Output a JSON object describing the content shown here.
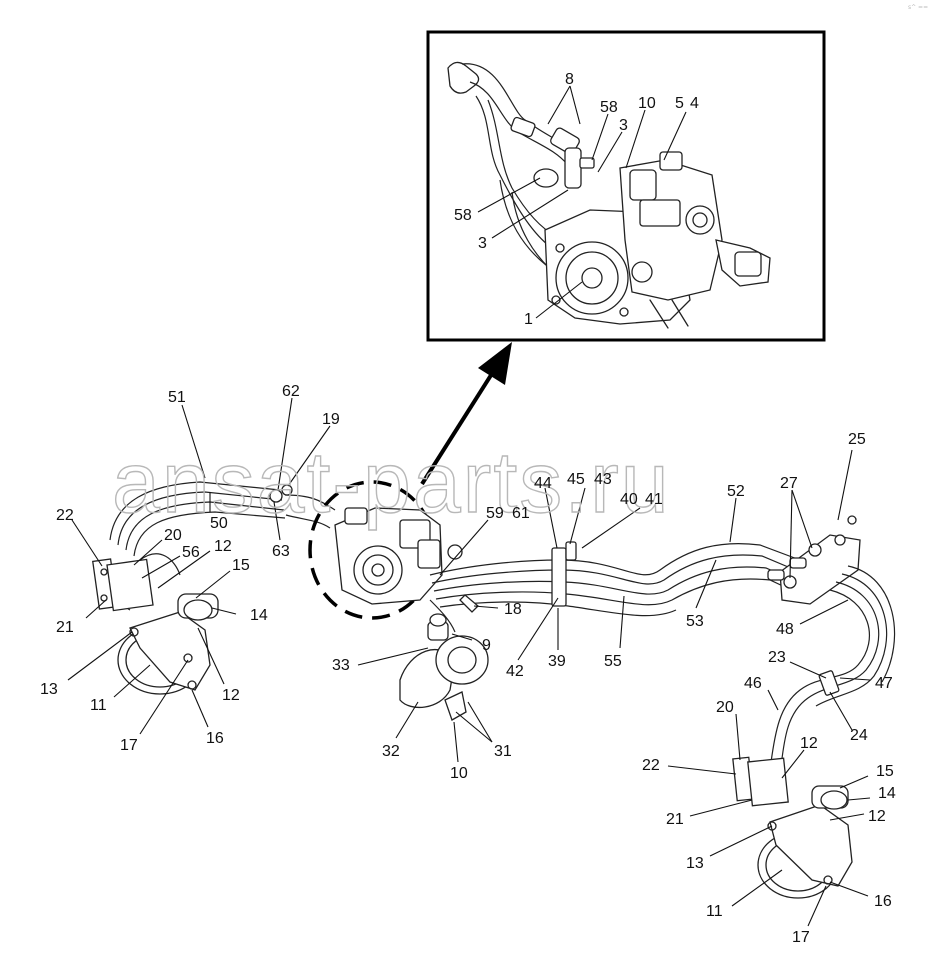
{
  "watermark": "ansat-parts.ru",
  "corner_mark": "s^ ==",
  "callouts": [
    {
      "id": "c-8",
      "text": "8"
    },
    {
      "id": "c-58a",
      "text": "58"
    },
    {
      "id": "c-10a",
      "text": "10"
    },
    {
      "id": "c-5",
      "text": "5"
    },
    {
      "id": "c-4",
      "text": "4"
    },
    {
      "id": "c-3a",
      "text": "3"
    },
    {
      "id": "c-58b",
      "text": "58"
    },
    {
      "id": "c-3b",
      "text": "3"
    },
    {
      "id": "c-1",
      "text": "1"
    },
    {
      "id": "c-51",
      "text": "51"
    },
    {
      "id": "c-62",
      "text": "62"
    },
    {
      "id": "c-19",
      "text": "19"
    },
    {
      "id": "c-22a",
      "text": "22"
    },
    {
      "id": "c-50",
      "text": "50"
    },
    {
      "id": "c-63",
      "text": "63"
    },
    {
      "id": "c-20a",
      "text": "20"
    },
    {
      "id": "c-56",
      "text": "56"
    },
    {
      "id": "c-12a",
      "text": "12"
    },
    {
      "id": "c-15a",
      "text": "15"
    },
    {
      "id": "c-21a",
      "text": "21"
    },
    {
      "id": "c-14a",
      "text": "14"
    },
    {
      "id": "c-13a",
      "text": "13"
    },
    {
      "id": "c-12b",
      "text": "12"
    },
    {
      "id": "c-11a",
      "text": "11"
    },
    {
      "id": "c-17a",
      "text": "17"
    },
    {
      "id": "c-16a",
      "text": "16"
    },
    {
      "id": "c-44",
      "text": "44"
    },
    {
      "id": "c-45",
      "text": "45"
    },
    {
      "id": "c-43",
      "text": "43"
    },
    {
      "id": "c-40",
      "text": "40"
    },
    {
      "id": "c-41",
      "text": "41"
    },
    {
      "id": "c-59",
      "text": "59"
    },
    {
      "id": "c-61",
      "text": "61"
    },
    {
      "id": "c-52",
      "text": "52"
    },
    {
      "id": "c-27",
      "text": "27"
    },
    {
      "id": "c-25",
      "text": "25"
    },
    {
      "id": "c-18",
      "text": "18"
    },
    {
      "id": "c-9",
      "text": "9"
    },
    {
      "id": "c-33",
      "text": "33"
    },
    {
      "id": "c-42",
      "text": "42"
    },
    {
      "id": "c-39",
      "text": "39"
    },
    {
      "id": "c-55",
      "text": "55"
    },
    {
      "id": "c-53",
      "text": "53"
    },
    {
      "id": "c-48",
      "text": "48"
    },
    {
      "id": "c-32",
      "text": "32"
    },
    {
      "id": "c-31",
      "text": "31"
    },
    {
      "id": "c-10b",
      "text": "10"
    },
    {
      "id": "c-23",
      "text": "23"
    },
    {
      "id": "c-47",
      "text": "47"
    },
    {
      "id": "c-46",
      "text": "46"
    },
    {
      "id": "c-24",
      "text": "24"
    },
    {
      "id": "c-20b",
      "text": "20"
    },
    {
      "id": "c-12c",
      "text": "12"
    },
    {
      "id": "c-15b",
      "text": "15"
    },
    {
      "id": "c-22b",
      "text": "22"
    },
    {
      "id": "c-14b",
      "text": "14"
    },
    {
      "id": "c-12d",
      "text": "12"
    },
    {
      "id": "c-21b",
      "text": "21"
    },
    {
      "id": "c-13b",
      "text": "13"
    },
    {
      "id": "c-11b",
      "text": "11"
    },
    {
      "id": "c-16b",
      "text": "16"
    },
    {
      "id": "c-17b",
      "text": "17"
    }
  ]
}
